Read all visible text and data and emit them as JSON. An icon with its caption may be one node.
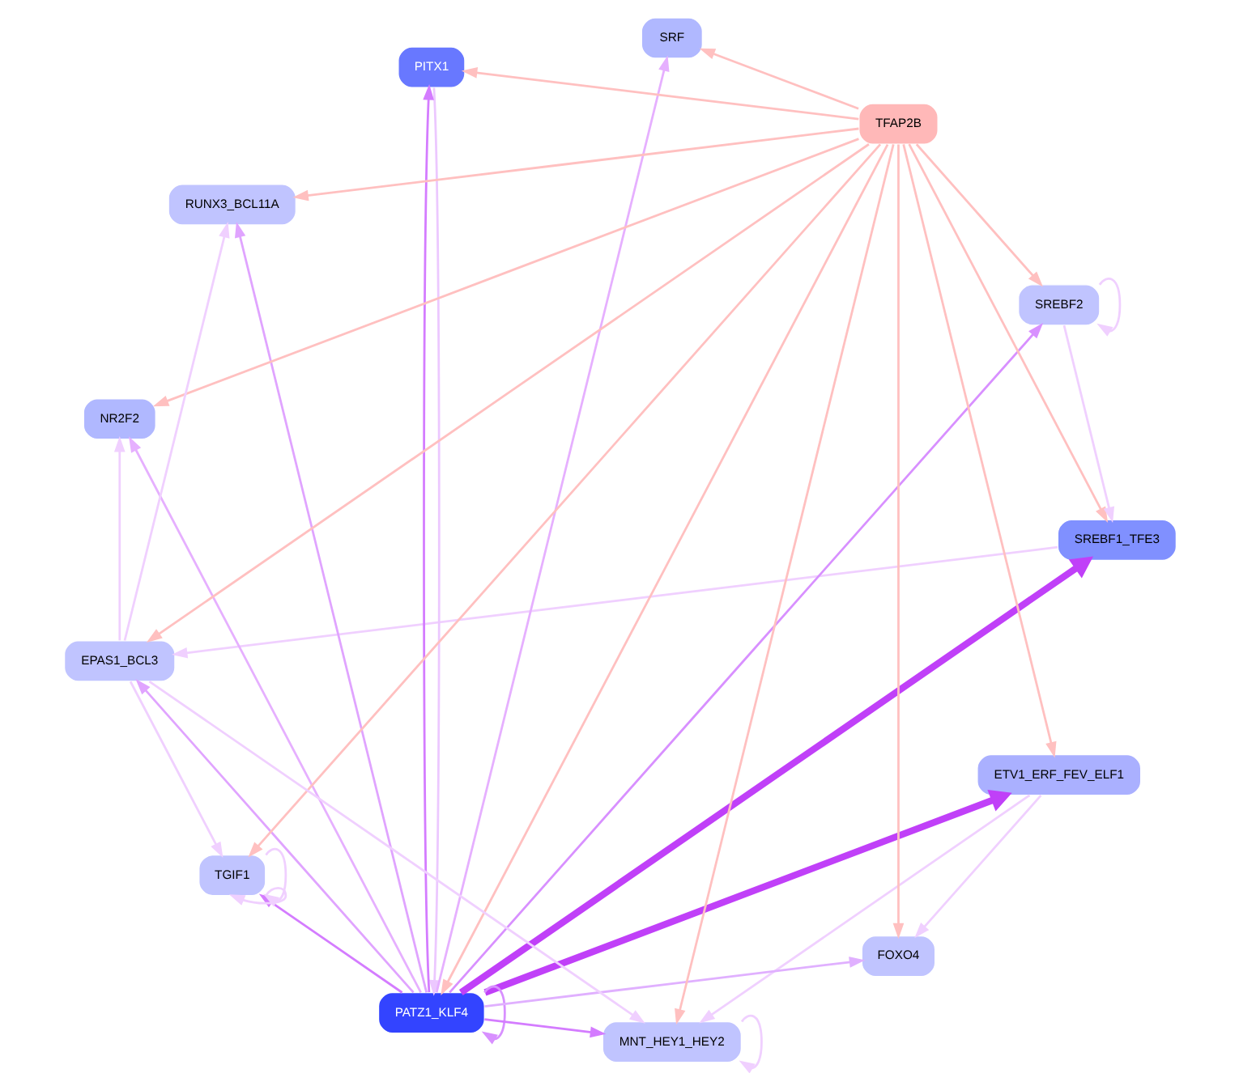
{
  "diagram": {
    "nodes": [
      {
        "text": [
          "ETV1_ERF_FEV_ELF1"
        ]
      },
      {
        "text": [
          "SREBF1_TFE3"
        ]
      },
      {
        "text": [
          "NR2F2"
        ]
      },
      {
        "text": [
          "PITX1"
        ]
      },
      {
        "text": [
          "SRF"
        ]
      },
      {
        "text": [
          "PATZ1_KLF4"
        ]
      },
      {
        "text": [
          "TFAP2B"
        ]
      },
      {
        "text": [
          "MNT_HEY1_HEY2"
        ]
      },
      {
        "text": [
          "SREBF2"
        ]
      },
      {
        "text": [
          "TGIF1"
        ]
      },
      {
        "text": [
          "EPAS1_BCL3"
        ]
      },
      {
        "text": [
          "FOXO4"
        ]
      },
      {
        "text": [
          "RUNX3_BCL11A"
        ]
      }
    ],
    "edges": [
      {
        "from": 6,
        "to": 0,
        "arrow": "to",
        "color": "#ffc0c0"
      },
      {
        "from": 6,
        "to": 1,
        "arrow": "to",
        "color": "#ffc0c0"
      },
      {
        "from": 6,
        "to": 2,
        "arrow": "to",
        "color": "#ffc0c0"
      },
      {
        "from": 6,
        "to": 3,
        "arrow": "to",
        "color": "#ffc0c0"
      },
      {
        "from": 6,
        "to": 4,
        "arrow": "to",
        "color": "#ffc0c0"
      },
      {
        "from": 6,
        "to": 5,
        "arrow": "to",
        "color": "#ffc0c0"
      },
      {
        "from": 6,
        "to": 7,
        "arrow": "to",
        "color": "#ffc0c0"
      },
      {
        "from": 6,
        "to": 8,
        "arrow": "to",
        "color": "#ffc0c0"
      },
      {
        "from": 6,
        "to": 9,
        "arrow": "to",
        "color": "#ffc0c0"
      },
      {
        "from": 6,
        "to": 10,
        "arrow": "to",
        "color": "#ffc0c0"
      },
      {
        "from": 6,
        "to": 11,
        "arrow": "to",
        "color": "#ffc0c0"
      },
      {
        "from": 6,
        "to": 12,
        "arrow": "to",
        "color": "#ffc0c0"
      },
      {
        "from": 5,
        "to": 0,
        "arrow": "to",
        "style": "thick",
        "color": "#c040f8"
      },
      {
        "from": 5,
        "to": 1,
        "arrow": "to",
        "style": "thick",
        "color": "#c040f8"
      },
      {
        "from": 5,
        "to": 3,
        "arrow": "to",
        "color": "#d47cff"
      },
      {
        "from": 3,
        "to": 5,
        "arrow": "to",
        "color": "#ecc8ff"
      },
      {
        "from": 5,
        "to": 5,
        "arrow": "to",
        "color": "#d890ff"
      },
      {
        "from": 5,
        "to": 2,
        "arrow": "to",
        "color": "#e6b0ff"
      },
      {
        "from": 5,
        "to": 4,
        "arrow": "to",
        "color": "#e6b0ff"
      },
      {
        "from": 5,
        "to": 7,
        "arrow": "to",
        "color": "#d47cff"
      },
      {
        "from": 5,
        "to": 9,
        "arrow": "to",
        "color": "#d47cff"
      },
      {
        "from": 5,
        "to": 8,
        "arrow": "to",
        "color": "#d890ff"
      },
      {
        "from": 5,
        "to": 10,
        "arrow": "to",
        "color": "#e0a4ff"
      },
      {
        "from": 5,
        "to": 12,
        "arrow": "to",
        "color": "#e0a4ff"
      },
      {
        "from": 5,
        "to": 11,
        "arrow": "to",
        "color": "#e0b0ff"
      },
      {
        "from": 0,
        "to": 7,
        "arrow": "to",
        "color": "#f0d0ff"
      },
      {
        "from": 0,
        "to": 11,
        "arrow": "to",
        "color": "#f0d0ff"
      },
      {
        "from": 1,
        "to": 10,
        "arrow": "to",
        "color": "#f0d0ff"
      },
      {
        "from": 8,
        "to": 1,
        "arrow": "to",
        "color": "#f0d0ff"
      },
      {
        "from": 10,
        "to": 2,
        "arrow": "to",
        "color": "#f0d0ff"
      },
      {
        "from": 7,
        "to": 7,
        "arrow": "to",
        "color": "#f0d0ff"
      },
      {
        "from": 8,
        "to": 8,
        "arrow": "to",
        "color": "#f0d0ff"
      },
      {
        "from": 9,
        "to": 9,
        "arrow": "to",
        "color": "#f0d0ff"
      },
      {
        "from": 9,
        "to": 9,
        "arrow": "to",
        "color": "#f0d0ff"
      },
      {
        "from": 10,
        "to": 7,
        "arrow": "to",
        "color": "#f0d0ff"
      },
      {
        "from": 10,
        "to": 9,
        "arrow": "to",
        "color": "#f0d0ff"
      },
      {
        "from": 10,
        "to": 12,
        "arrow": "to",
        "color": "#f0d0ff"
      }
    ]
  }
}
